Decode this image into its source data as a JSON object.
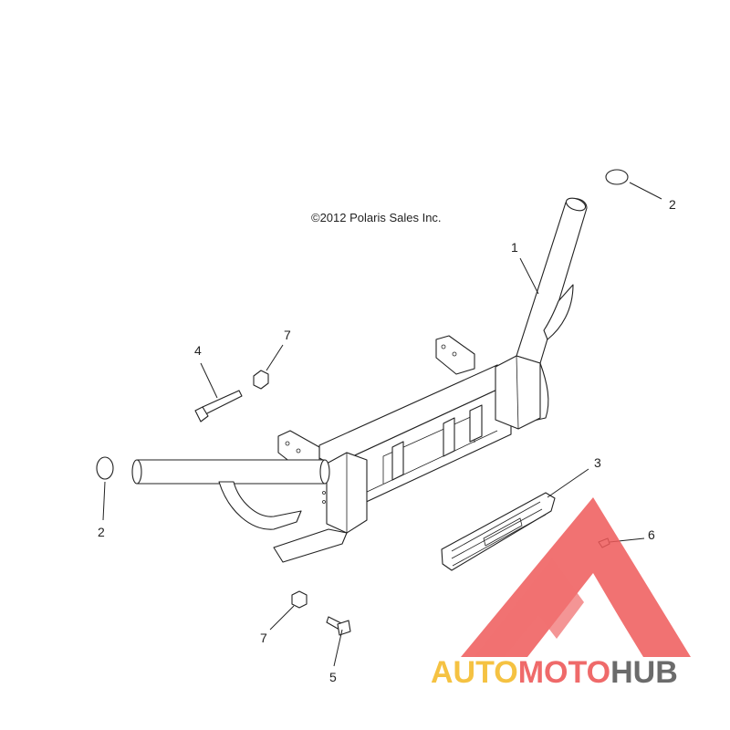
{
  "copyright": "©2012 Polaris Sales Inc.",
  "callouts": {
    "c1": "1",
    "c2a": "2",
    "c2b": "2",
    "c3": "3",
    "c4": "4",
    "c5": "5",
    "c6": "6",
    "c7a": "7",
    "c7b": "7"
  },
  "watermark": {
    "word_a": "AUTO",
    "word_b": "MOTO",
    "word_c": "HUB",
    "color_a": "#f5c242",
    "color_b": "#ef6a6a",
    "color_c": "#6b6b6b",
    "logo_color": "#ef5a5a"
  }
}
